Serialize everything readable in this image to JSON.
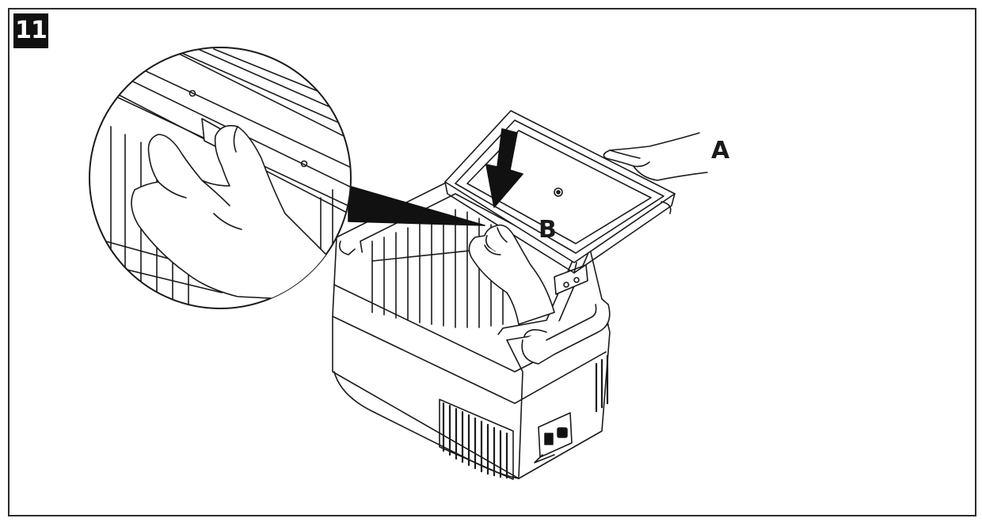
{
  "figure": {
    "number": "11",
    "callouts": {
      "a": "A",
      "b": "B"
    }
  },
  "colors": {
    "line": "#1a1a1a",
    "fill": "#ffffff",
    "dark": "#111111"
  }
}
